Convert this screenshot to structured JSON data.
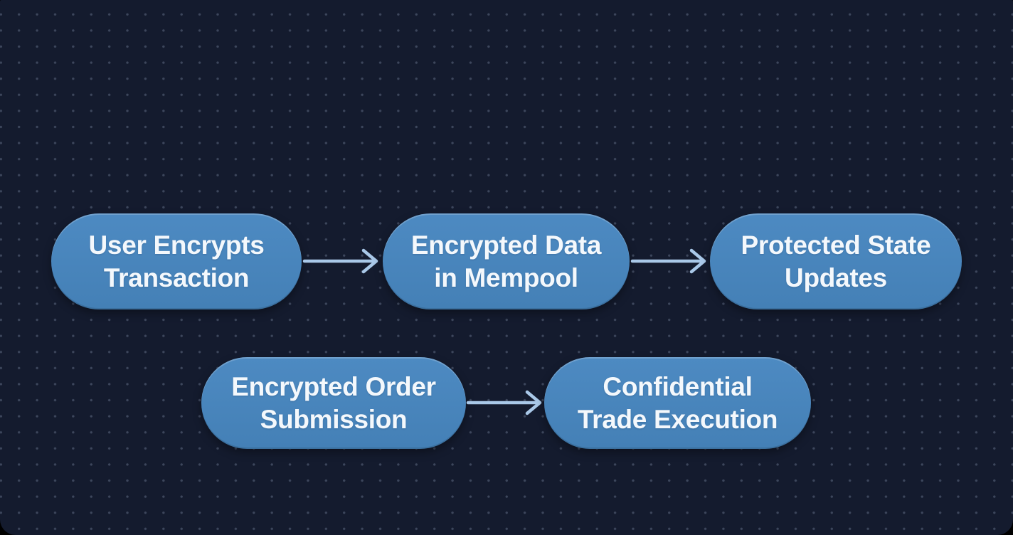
{
  "diagram": {
    "colors": {
      "outer_bg": "#000000",
      "canvas_bg": "#141B2E",
      "dot_color": "rgba(127,141,166,0.38)",
      "node_fill_top": "#4D8AC2",
      "node_fill_bottom": "#4480B6",
      "node_text": "#F4F8FC",
      "arrow_color": "#A9C8E8"
    },
    "flow1": {
      "nodes": [
        {
          "id": "user-encrypts-transaction",
          "label": "User Encrypts Transaction",
          "lines": [
            "User Encrypts",
            "Transaction"
          ]
        },
        {
          "id": "encrypted-data-in-mempool",
          "label": "Encrypted Data in Mempool",
          "lines": [
            "Encrypted Data",
            "in Mempool"
          ]
        },
        {
          "id": "protected-state-updates",
          "label": "Protected State Updates",
          "lines": [
            "Protected State",
            "Updates"
          ]
        }
      ]
    },
    "flow2": {
      "nodes": [
        {
          "id": "encrypted-order-submission",
          "label": "Encrypted Order Submission",
          "lines": [
            "Encrypted Order",
            "Submission"
          ]
        },
        {
          "id": "confidential-trade-execution",
          "label": "Confidential Trade Execution",
          "lines": [
            "Confidential",
            "Trade Execution"
          ]
        }
      ]
    }
  }
}
